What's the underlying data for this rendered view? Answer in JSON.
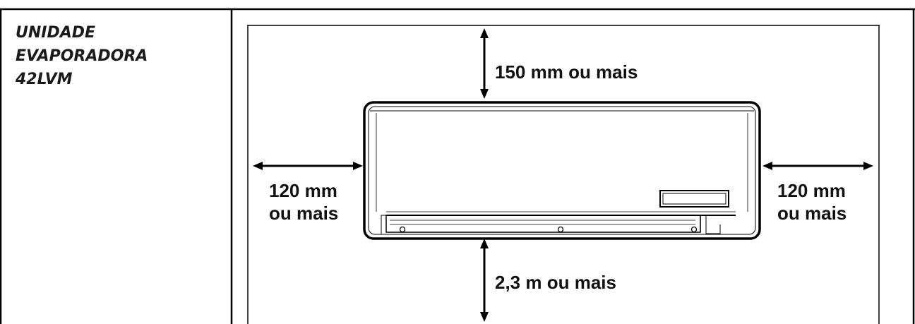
{
  "title": {
    "line1": "UNIDADE",
    "line2": "EVAPORADORA",
    "line3": "42LVM"
  },
  "clearances": {
    "top": "150 mm ou mais",
    "left_line1": "120 mm",
    "left_line2": "ou mais",
    "right_line1": "120 mm",
    "right_line2": "ou mais",
    "bottom": "2,3 m ou mais"
  },
  "colors": {
    "line": "#000000",
    "text": "#111111"
  }
}
